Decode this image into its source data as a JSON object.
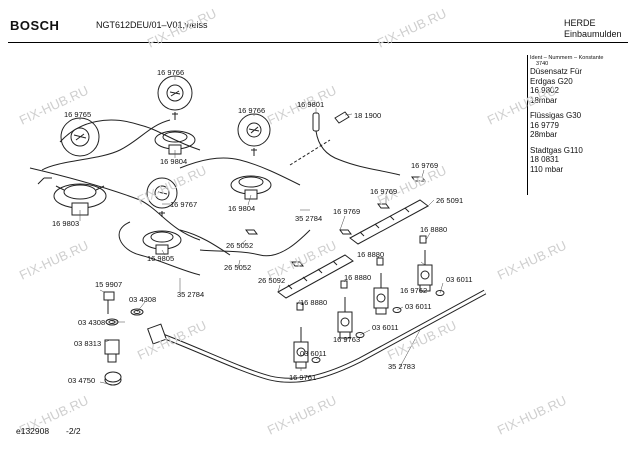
{
  "header": {
    "brand": "BOSCH",
    "model": "NGT612DEU/01–V01,weiss",
    "category_line1": "HERDE",
    "category_line2": "Einbaumulden"
  },
  "legend": {
    "heading": "Ident – Nummern – Konstante",
    "subheading": "3740",
    "groups": [
      {
        "lines": [
          "Düsensatz Für",
          "Erdgas G20",
          "16 9802",
          "18mbar"
        ]
      },
      {
        "lines": [
          "Flüssigas G30",
          "16 9779",
          "28mbar"
        ]
      },
      {
        "lines": [
          "Stadtgas G110",
          "18 0831",
          "110 mbar"
        ]
      }
    ]
  },
  "footer": {
    "doc_id": "e132908",
    "page": "-2/2"
  },
  "watermark": {
    "text": "FIX-HUB.RU",
    "color": "#cfcfcf"
  },
  "part_labels": [
    "16 9766",
    "16 9766",
    "16 9765",
    "16 9804",
    "16 9801",
    "18 1900",
    "16 9803",
    "16 9767",
    "16 9804",
    "16 9769",
    "16 9769",
    "35 2784",
    "16 9769",
    "26 5091",
    "26 5052",
    "16 9805",
    "26 5052",
    "16 8880",
    "16 8880",
    "35 2784",
    "15 9907",
    "26 5092",
    "16 8880",
    "03 4308",
    "03 4308",
    "16 8880",
    "03 6011",
    "16 9762",
    "03 6011",
    "03 8313",
    "16 9763",
    "03 6011",
    "03 6011",
    "35 2783",
    "03 4750",
    "16 9761"
  ]
}
